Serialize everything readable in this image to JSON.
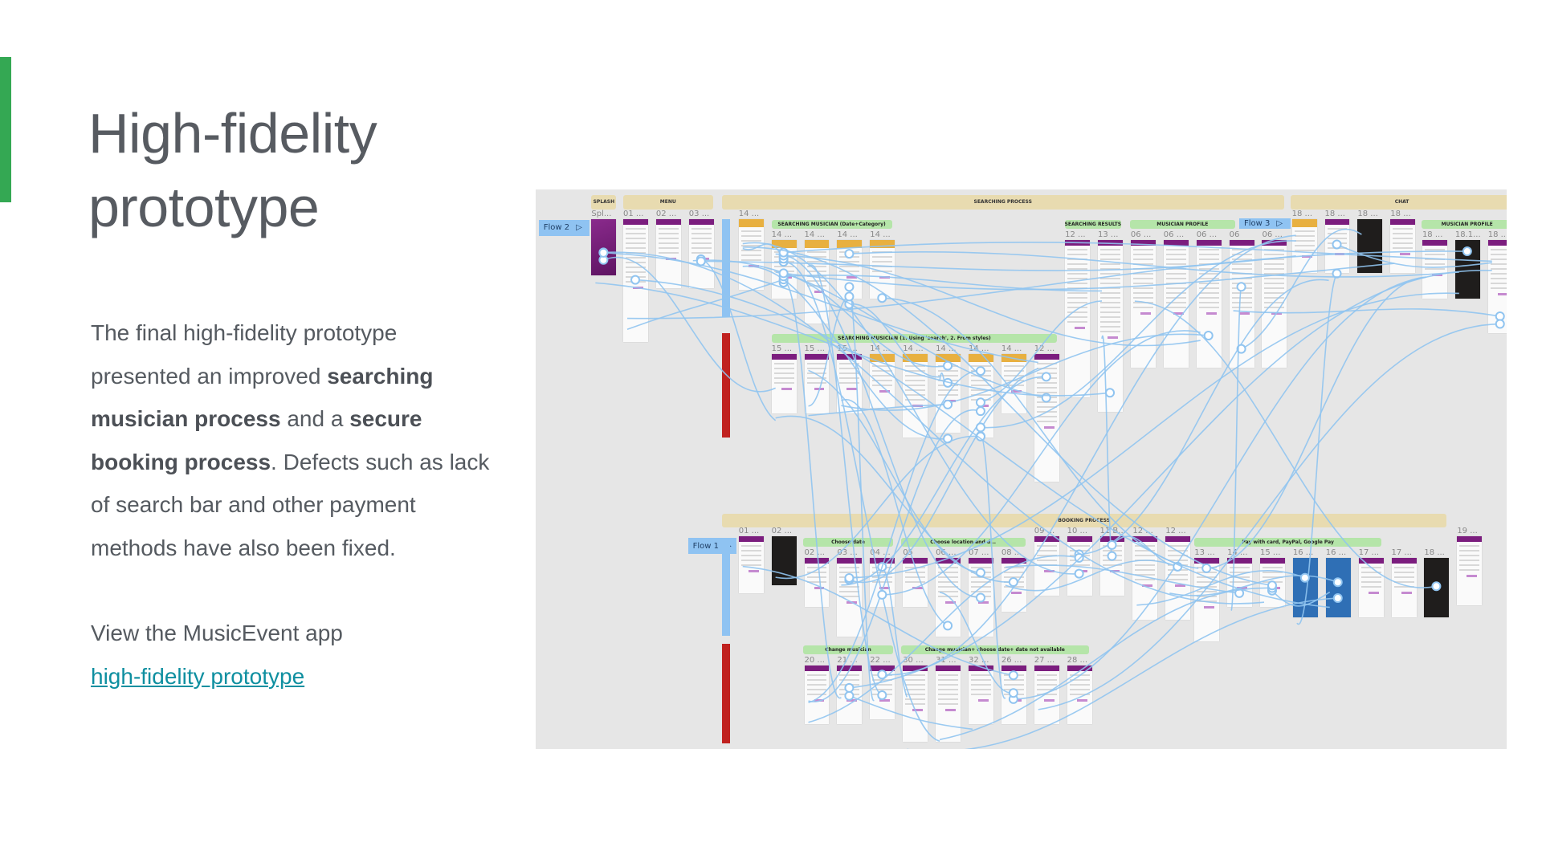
{
  "page": {
    "title_line1": "High-fidelity",
    "title_line2": "prototype",
    "body": {
      "p1": "The final high-fidelity prototype presented an improved ",
      "bold1": "searching musician process",
      "p2": " and a ",
      "bold2": "secure booking process",
      "p3": ". Defects such as lack of search bar and other payment methods have also been fixed."
    },
    "view_text": "View the MusicEvent app",
    "link_text": "high-fidelity prototype",
    "colors": {
      "accent": "#34a853",
      "link": "#0e8fa0",
      "panel_bg": "#e6e6e6",
      "connector": "#90c4f0",
      "screen_header": "#7b1d7e"
    }
  },
  "diagram": {
    "sections": [
      "SPLASH",
      "MENU",
      "SEARCHING PROCESS",
      "CHAT",
      "BOOKING PROCESS"
    ],
    "flows": [
      "Flow 2",
      "Flow 3",
      "Flow 1"
    ],
    "groups": [
      "SEARCHING MUSICIAN (Date+Category)",
      "SEARCHING RESULTS",
      "MUSICIAN PROFILE",
      "MUSICIAN PROFILE",
      "SEARCHING MUSICIAN (1. Using 'search', 2. From styles)",
      "Choose date",
      "Choose location and d...",
      "Pay with card, PayPal, Google Pay",
      "Change musician",
      "Change musician+ choose date+ date not available"
    ],
    "screen_labels": [
      "Spl...",
      "01 ...",
      "02 ...",
      "03 ...",
      "14 ...",
      "14 ...",
      "14 ...",
      "14 ...",
      "14 ...",
      "12 ...",
      "13 ...",
      "06 ...",
      "06 ...",
      "06 ...",
      "06",
      "06 ...",
      "18 ...",
      "18 ...",
      "18 ...",
      "18 ...",
      "18 ...",
      "18.1...",
      "18 ...",
      "15 ...",
      "15 ...",
      "15 ...",
      "14 ...",
      "14 ...",
      "14 ...",
      "14 ...",
      "14 ...",
      "12 ...",
      "01 ...",
      "02 ...",
      "02 ...",
      "03 ...",
      "04 ...",
      "05",
      "06 ...",
      "07 ...",
      "08 ...",
      "09 ...",
      "10 ...",
      "11 B...",
      "12 ...",
      "12 ...",
      "13 ...",
      "14 ...",
      "15 ...",
      "16 ...",
      "16 ...",
      "17 ...",
      "17 ...",
      "18 ...",
      "19 ...",
      "20 ...",
      "21 ...",
      "22 ...",
      "30 ...",
      "31 ...",
      "32 ...",
      "26 ...",
      "27 ...",
      "28 ..."
    ]
  }
}
